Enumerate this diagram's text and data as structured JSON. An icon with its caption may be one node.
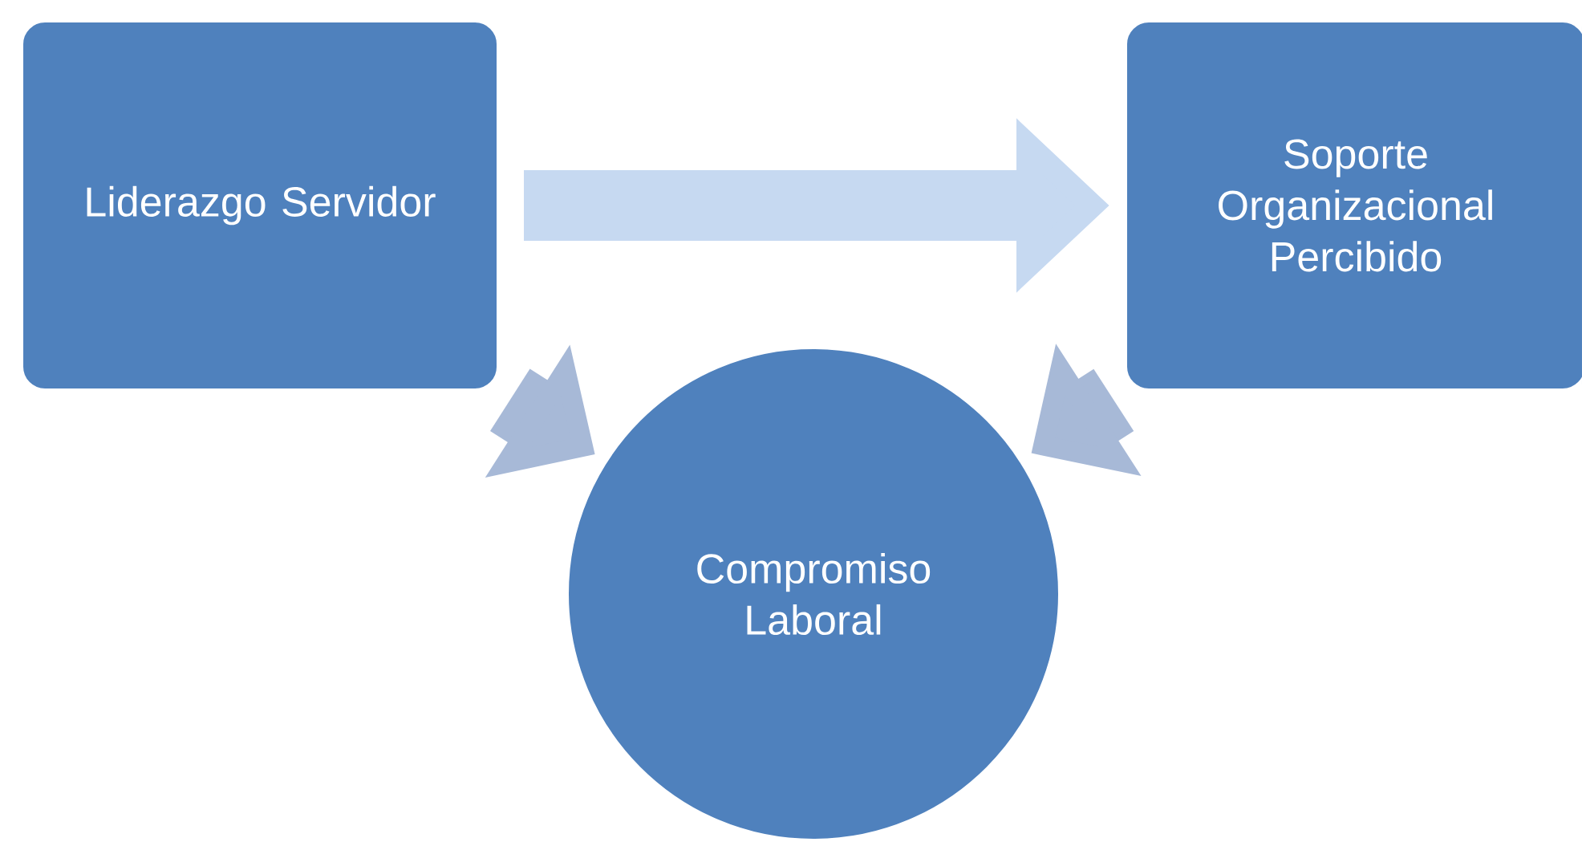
{
  "diagram": {
    "nodes": [
      {
        "text": [
          "Liderazgo Servidor"
        ]
      },
      {
        "text": [
          "Soporte Organizacional Percibido"
        ]
      },
      {
        "text": [
          "Compromiso Laboral"
        ]
      }
    ],
    "edges": [
      {
        "from": 0,
        "to": 1,
        "arrow": "to"
      },
      {
        "from": 0,
        "to": 2,
        "arrow": "to"
      },
      {
        "from": 1,
        "to": 2,
        "arrow": "to"
      }
    ]
  }
}
